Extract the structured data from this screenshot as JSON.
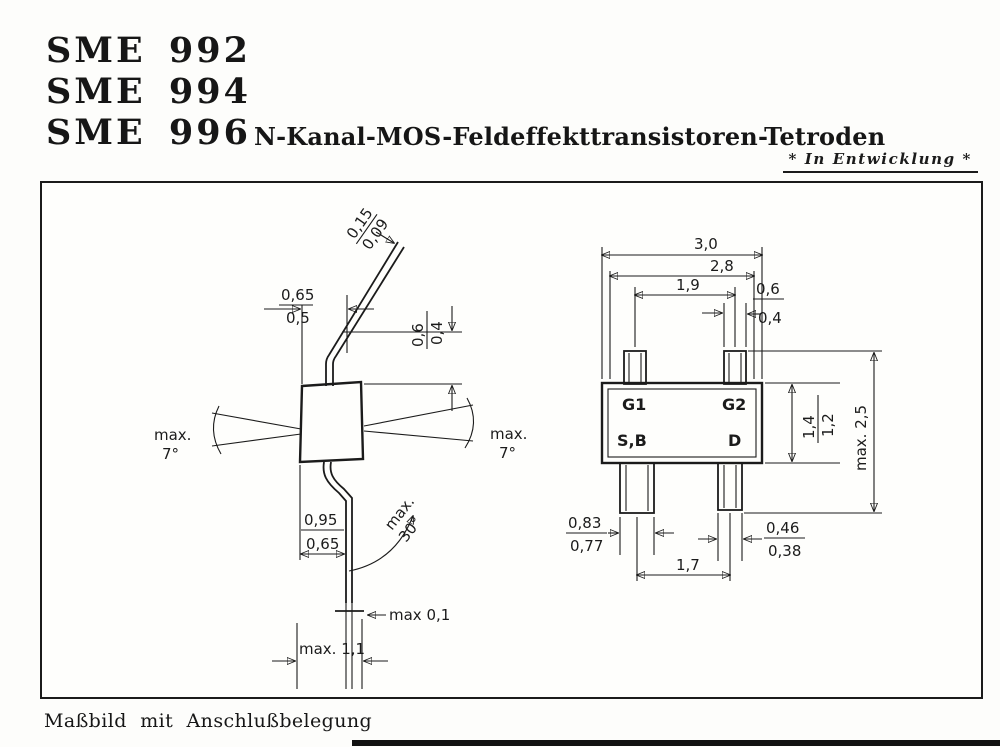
{
  "header": {
    "models": [
      "SME 992",
      "SME 994",
      "SME 996"
    ],
    "title": "N-Kanal-MOS-Feldeffekttransistoren-Tetroden",
    "status_note": "* In Entwicklung *"
  },
  "footer": {
    "caption": "Maßbild mit Anschlußbelegung"
  },
  "side_view": {
    "lead_thickness_max": "0,15",
    "lead_thickness_min": "0,09",
    "lead_width_max": "0,65",
    "lead_width_min": "0,5",
    "lead_height_max": "0,6",
    "lead_height_min": "0,4",
    "angle_left": {
      "line1": "max.",
      "line2": "7°"
    },
    "angle_right": {
      "line1": "max.",
      "line2": "7°"
    },
    "body_offset_max": "0,95",
    "body_offset_min": "0,65",
    "bend_angle": {
      "line1": "max.",
      "line2": "30°"
    },
    "standoff": "max 0,1",
    "total_height": "max. 1,1"
  },
  "top_view": {
    "body_length_outer": "3,0",
    "body_length_inner": "2,8",
    "top_pin_pitch": "1,9",
    "top_pin_width_max": "0,6",
    "top_pin_width_min": "0,4",
    "pins": {
      "top_left": "G1",
      "top_right": "G2",
      "bottom_left": "S,B",
      "bottom_right": "D"
    },
    "body_width_max": "1,4",
    "body_width_min": "1,2",
    "overall_width": "max. 2,5",
    "bottom_left_pin_width_max": "0,83",
    "bottom_left_pin_width_min": "0,77",
    "bottom_right_pin_width_max": "0,46",
    "bottom_right_pin_width_min": "0,38",
    "bottom_pin_pitch": "1,7"
  }
}
